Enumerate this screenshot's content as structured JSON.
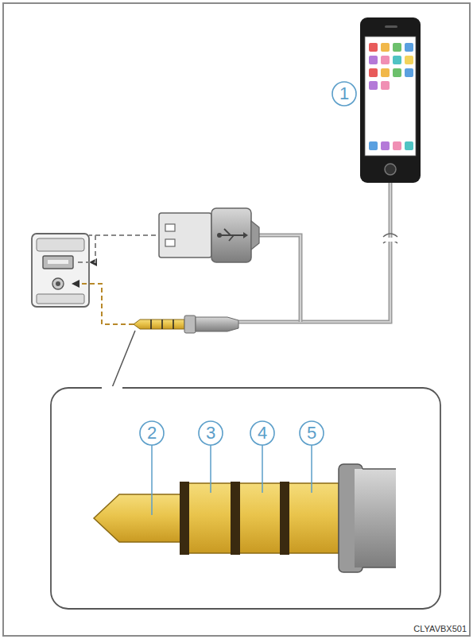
{
  "diagram": {
    "labels": [
      "1",
      "2",
      "3",
      "4",
      "5",
      "CLYAVBX501"
    ]
  }
}
